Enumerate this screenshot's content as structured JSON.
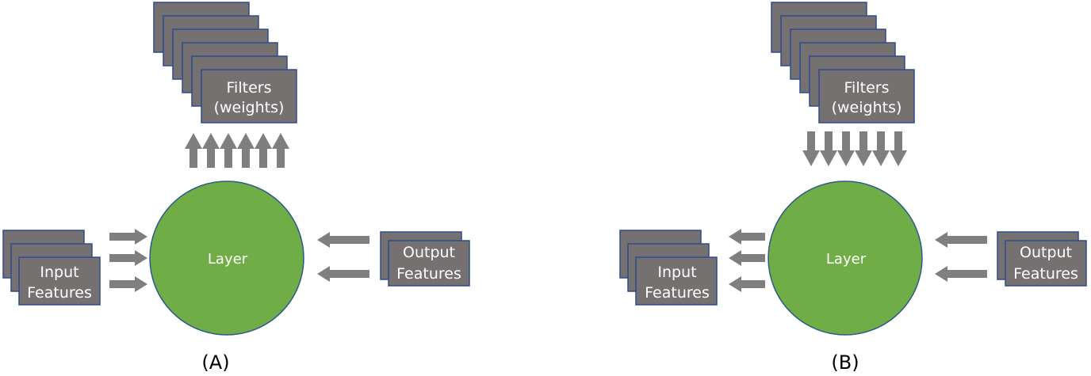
{
  "colors": {
    "box_fill": "#767171",
    "box_stroke": "#2F4C8C",
    "arrow": "#7F7F7F",
    "node_fill": "#70AD47",
    "node_stroke": "#2E5A8C"
  },
  "panels": [
    {
      "caption": "(A)",
      "filters_label": [
        "Filters",
        "(weights)"
      ],
      "filters_stack_count": 6,
      "weight_arrows_direction": "up",
      "weight_arrows_count": 6,
      "node_label": "Layer",
      "input_label": [
        "Input",
        "Features"
      ],
      "input_stack_count": 3,
      "input_arrows_direction": "right",
      "output_label": [
        "Output",
        "Features"
      ],
      "output_stack_count": 2,
      "output_arrows_direction": "left"
    },
    {
      "caption": "(B)",
      "filters_label": [
        "Filters",
        "(weights)"
      ],
      "filters_stack_count": 6,
      "weight_arrows_direction": "down",
      "weight_arrows_count": 6,
      "node_label": "Layer",
      "input_label": [
        "Input",
        "Features"
      ],
      "input_stack_count": 3,
      "input_arrows_direction": "left",
      "output_label": [
        "Output",
        "Features"
      ],
      "output_stack_count": 2,
      "output_arrows_direction": "left"
    }
  ]
}
